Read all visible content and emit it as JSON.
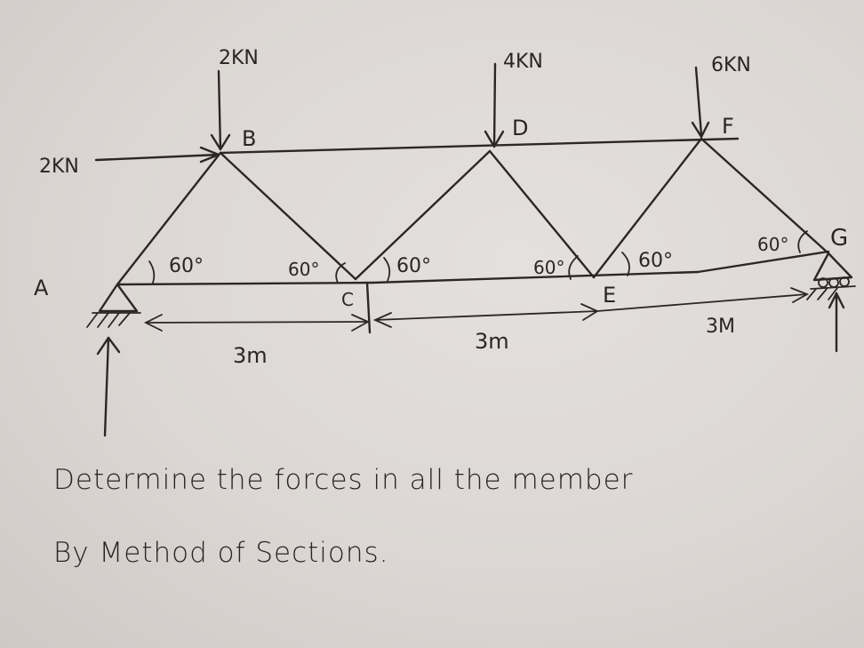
{
  "diagram": {
    "type": "truss",
    "nodes": {
      "A": {
        "label": "A",
        "support": "pin"
      },
      "B": {
        "label": "B"
      },
      "C": {
        "label": "C"
      },
      "D": {
        "label": "D"
      },
      "E": {
        "label": "E"
      },
      "F": {
        "label": "F"
      },
      "G": {
        "label": "G",
        "support": "roller"
      }
    },
    "loads": {
      "horizontal_at_B": "2KN",
      "vertical_at_B": "2KN",
      "vertical_at_D": "4KN",
      "vertical_at_F": "6KN"
    },
    "angles": {
      "at_A": "60°",
      "at_C_left": "60°",
      "at_C_right": "60°",
      "at_E_left": "60°",
      "at_E_right": "60°",
      "at_G": "60°"
    },
    "dimensions": {
      "AC": "3m",
      "CE": "3m",
      "EG": "3M"
    }
  },
  "question": {
    "line1": "Determine the forces in all the member",
    "line2": "By Method of Sections."
  }
}
